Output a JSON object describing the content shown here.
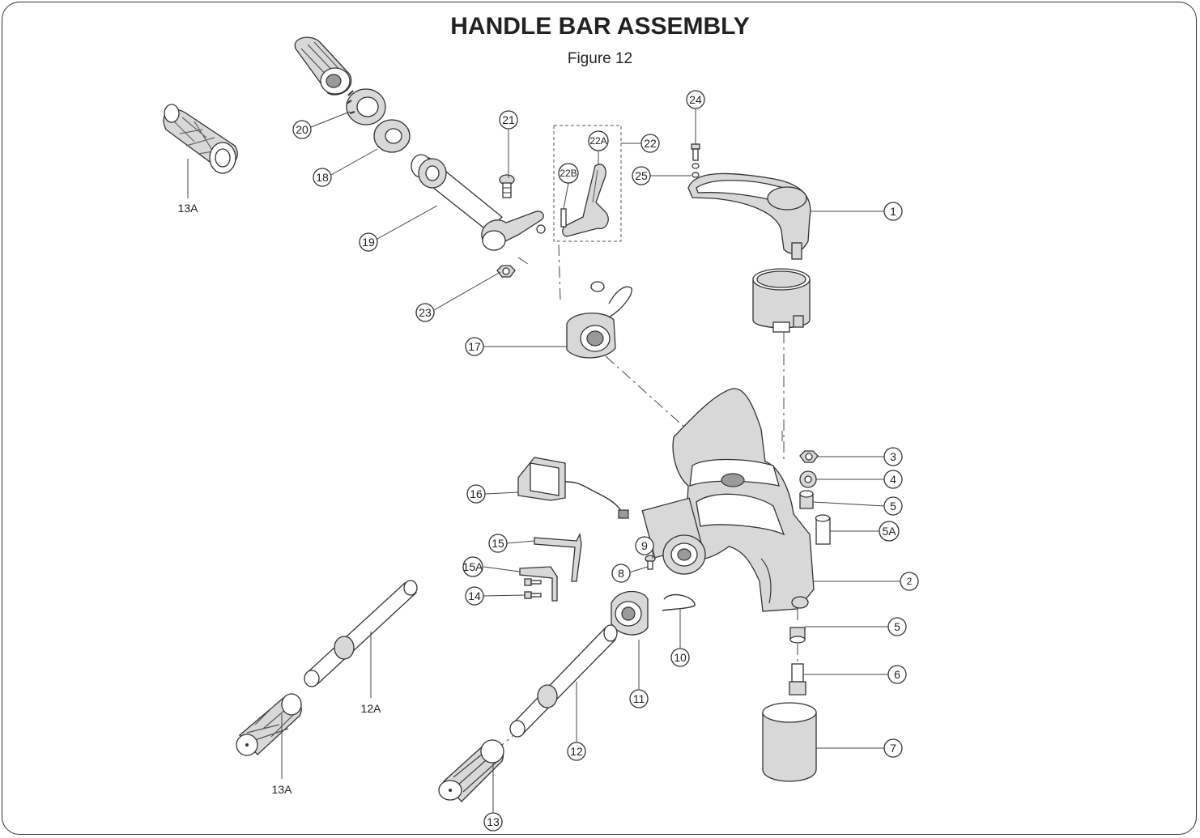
{
  "title": "HANDLE BAR ASSEMBLY",
  "subtitle": "Figure 12",
  "callouts": {
    "c1": "1",
    "c2": "2",
    "c3": "3",
    "c4": "4",
    "c5a": "5",
    "c5A": "5A",
    "c5b": "5",
    "c6": "6",
    "c7": "7",
    "c8": "8",
    "c9": "9",
    "c10": "10",
    "c11": "11",
    "c12": "12",
    "c12A": "12A",
    "c13": "13",
    "c13A_top": "13A",
    "c13A_bot": "13A",
    "c14": "14",
    "c15": "15",
    "c15A": "15A",
    "c16": "16",
    "c17": "17",
    "c18": "18",
    "c19": "19",
    "c20": "20",
    "c21": "21",
    "c22": "22",
    "c22A": "22A",
    "c22B": "22B",
    "c23": "23",
    "c24": "24",
    "c25": "25"
  }
}
